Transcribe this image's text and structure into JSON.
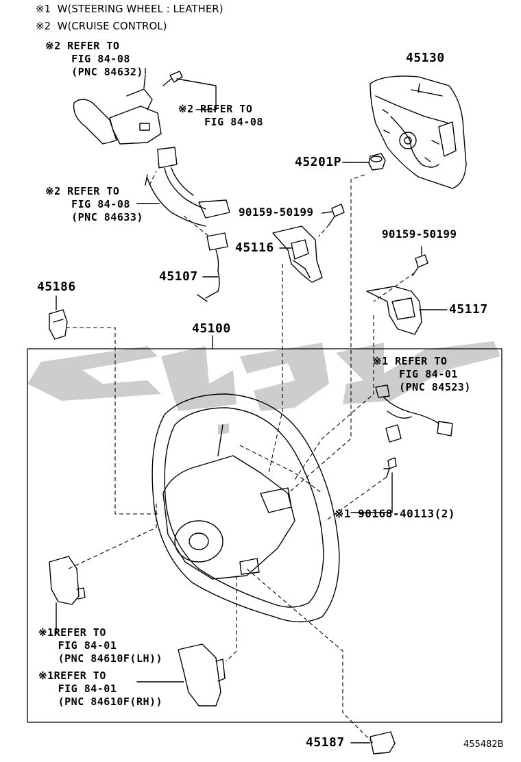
{
  "notes": [
    "※1  W(STEERING WHEEL : LEATHER)",
    "※2  W(CRUISE CONTROL)"
  ],
  "refs": [
    "※2 REFER TO\n    FIG 84-08\n    (PNC 84632)",
    "※2 REFER TO\n    FIG 84-08",
    "※2 REFER TO\n    FIG 84-08\n    (PNC 84633)",
    "※1 REFER TO\n    FIG 84-01\n    (PNC 84523)",
    "※1REFER TO\n   FIG 84-01\n   (PNC 84610F(LH))",
    "※1REFER TO\n   FIG 84-01\n   (PNC 84610F(RH))"
  ],
  "parts": {
    "p45130": "45130",
    "p45201p": "45201P",
    "p90159_a": "90159-50199",
    "p45116": "45116",
    "p45107": "45107",
    "p90159_b": "90159-50199",
    "p45186": "45186",
    "p45117": "45117",
    "p45100": "45100",
    "p90168": "※1 90168-40113(2)",
    "p45187": "45187"
  },
  "diagram_code": "455482B",
  "colors": {
    "line": "#000000",
    "watermark": "#c8c8c8"
  }
}
